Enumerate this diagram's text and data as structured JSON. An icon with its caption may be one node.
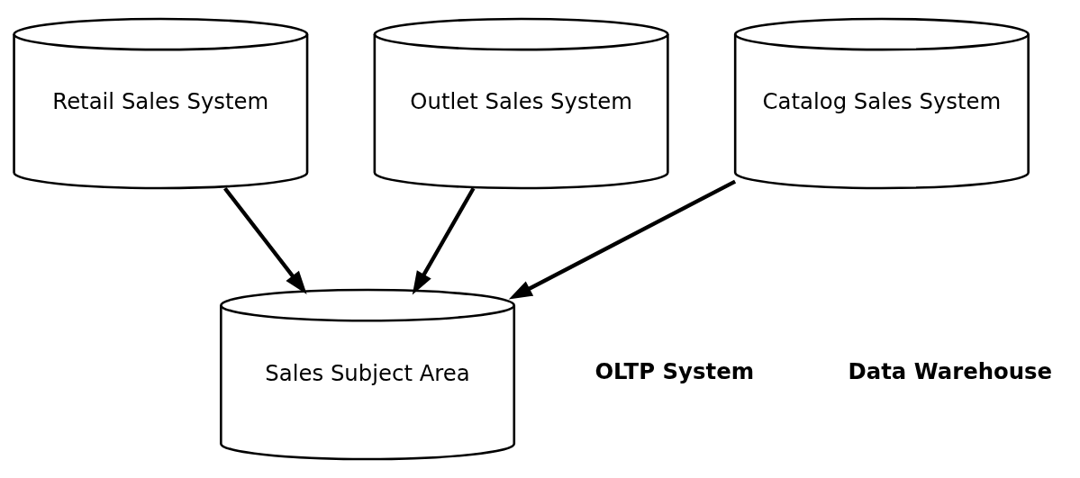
{
  "diagram": {
    "nodes": [
      {
        "text": [
          "Retail Sales System"
        ]
      },
      {
        "text": [
          "Outlet Sales System"
        ]
      },
      {
        "text": [
          "Catalog Sales System"
        ]
      },
      {
        "text": [
          "Sales Subject Area"
        ]
      }
    ],
    "edges": [
      {
        "from": 0,
        "to": 3,
        "arrow": "to"
      },
      {
        "from": 1,
        "to": 3,
        "arrow": "to"
      },
      {
        "from": 2,
        "to": 3,
        "arrow": "to"
      }
    ],
    "labels": [
      "OLTP System",
      "Data Warehouse"
    ]
  }
}
